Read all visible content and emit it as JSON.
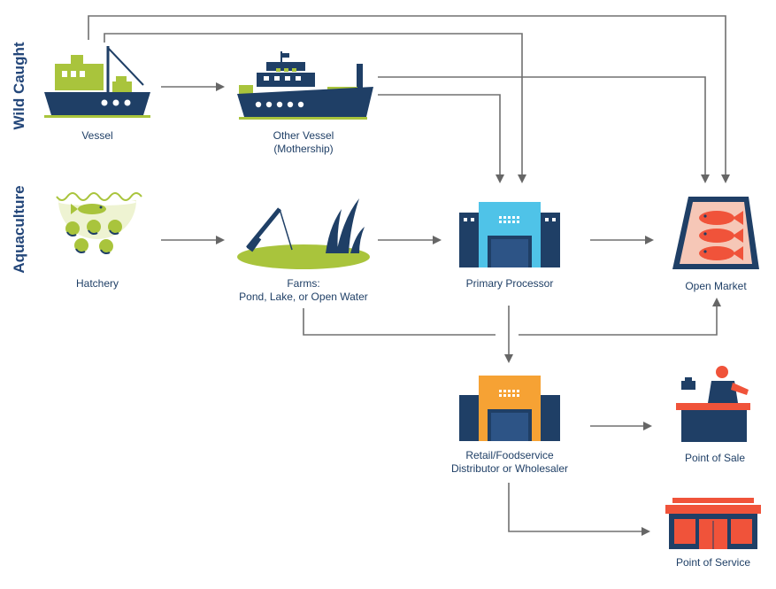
{
  "sections": {
    "wild_caught": "Wild Caught",
    "aquaculture": "Aquaculture"
  },
  "nodes": {
    "vessel": "Vessel",
    "other_vessel_line1": "Other Vessel",
    "other_vessel_line2": "(Mothership)",
    "hatchery": "Hatchery",
    "farms_line1": "Farms:",
    "farms_line2": "Pond, Lake, or Open Water",
    "primary_processor": "Primary Processor",
    "open_market": "Open Market",
    "distributor_line1": "Retail/Foodservice",
    "distributor_line2": "Distributor or Wholesaler",
    "point_of_sale": "Point of Sale",
    "point_of_service": "Point of Service"
  },
  "colors": {
    "navy": "#1f3f66",
    "dark_navy": "#1b2f57",
    "lime": "#a9c43c",
    "arrow": "#666666",
    "orange": "#f0533a",
    "sky": "#4fc3e8",
    "amber": "#f6a234"
  }
}
